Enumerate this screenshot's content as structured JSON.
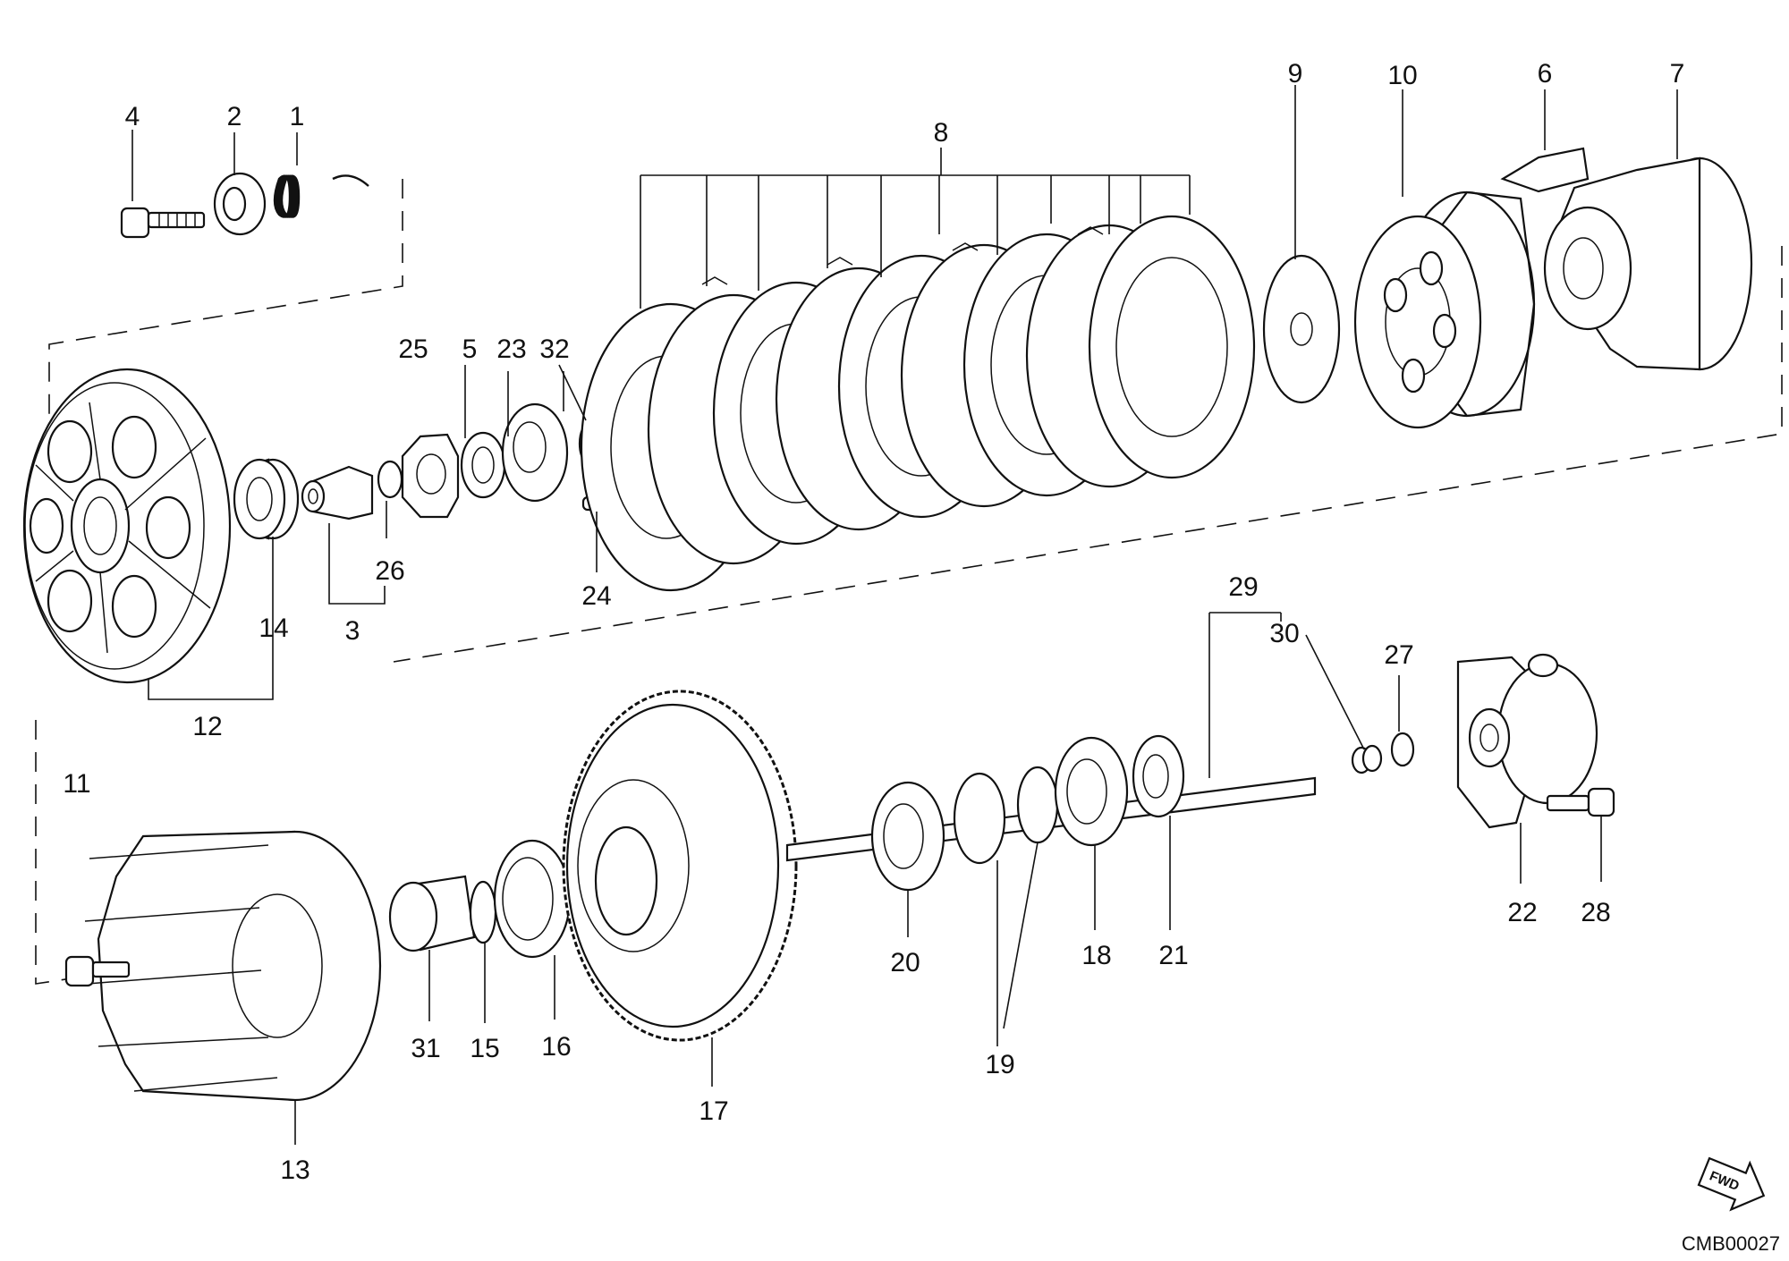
{
  "callouts": [
    "1",
    "2",
    "3",
    "4",
    "5",
    "6",
    "7",
    "8",
    "9",
    "10",
    "11",
    "12",
    "13",
    "14",
    "15",
    "16",
    "17",
    "18",
    "19",
    "20",
    "21",
    "22",
    "23",
    "24",
    "25",
    "26",
    "27",
    "28",
    "29",
    "30",
    "31",
    "32"
  ],
  "drawing_code": "CMB00027",
  "fwd_badge": "FWD"
}
